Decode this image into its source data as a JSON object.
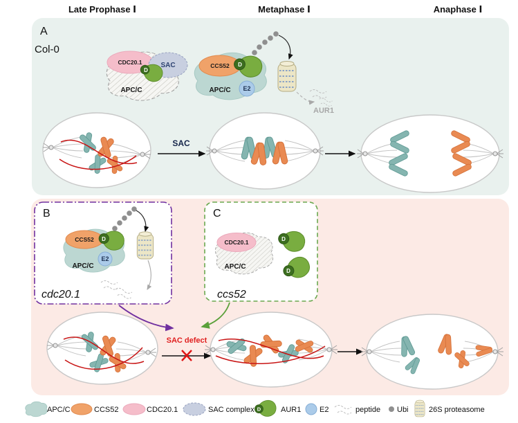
{
  "header": {
    "phase1": "Late Prophase Ⅰ",
    "phase2": "Metaphase Ⅰ",
    "phase3": "Anaphase Ⅰ"
  },
  "panel_a": {
    "label": "A",
    "genotype": "Col-0",
    "sac_apc": {
      "cdc20": "CDC20.1",
      "sac": "SAC",
      "d": "D",
      "apc": "APC/C"
    },
    "active_apc": {
      "ccs52": "CCS52",
      "d": "D",
      "apc": "APC/C",
      "e2": "E2",
      "target": "AUR1"
    },
    "arrow_label": "SAC"
  },
  "panel_b": {
    "label": "B",
    "genotype": "cdc20.1",
    "complex": {
      "ccs52": "CCS52",
      "d": "D",
      "apc": "APC/C",
      "e2": "E2"
    }
  },
  "panel_c": {
    "label": "C",
    "genotype": "ccs52",
    "complex": {
      "cdc20": "CDC20.1",
      "apc": "APC/C",
      "d1": "D",
      "d2": "D"
    }
  },
  "mutant_row": {
    "sac_defect": "SAC defect"
  },
  "legend": {
    "apc": "APC/C",
    "ccs52": "CCS52",
    "cdc20": "CDC20.1",
    "sac_complex": "SAC complex",
    "aur1": "AUR1",
    "aur1_d": "D",
    "e2": "E2",
    "peptide": "peptide",
    "ubi": "Ubi",
    "proteasome": "26S proteasome"
  },
  "colors": {
    "panel_a_bg": "#e9f1ee",
    "mutant_bg": "#fceae5",
    "chromosome_teal": "#85b5b0",
    "chromosome_orange": "#e98a52",
    "cdc20_pink": "#f5bdca",
    "ccs52_orange": "#f0a269",
    "apc_teal": "#bcd7d2",
    "sac_gray_blue": "#c8cfe0",
    "aur1_green": "#79ad40",
    "e2_blue": "#abcbe9",
    "chiasma_red": "#c81414",
    "panel_b_border_purple": "#7030a0",
    "panel_c_border_green": "#6aa84f"
  }
}
